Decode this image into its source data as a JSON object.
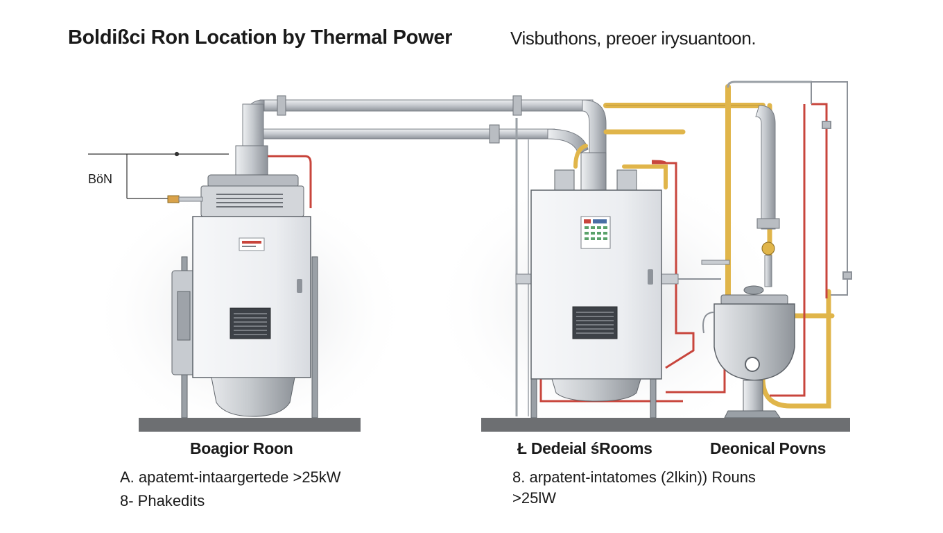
{
  "header": {
    "title": "Boldißci Ron Location by Thermal Power",
    "subtitle": "Visbuthons, preoer irysuantoon."
  },
  "left_label": "BöN",
  "left_unit": {
    "caption": "Boagior Roon",
    "line1": "A. apatemt-intaargertede >25kW",
    "line2": "8- Phakedits"
  },
  "middle_unit": {
    "caption": "Ł Dedeial śRooms",
    "line1": "8. arpatent-intatomes (2lkin)) Rouns",
    "line2": ">25lW"
  },
  "right_unit": {
    "caption": "Deonical Povns"
  },
  "colors": {
    "pipe_grey": "#c9cdd2",
    "pipe_outline": "#7a7f86",
    "pipe_gold": "#e0b54a",
    "pipe_red": "#c8453c",
    "cabinet": "#f2f3f5",
    "floor": "#6d6f72"
  }
}
